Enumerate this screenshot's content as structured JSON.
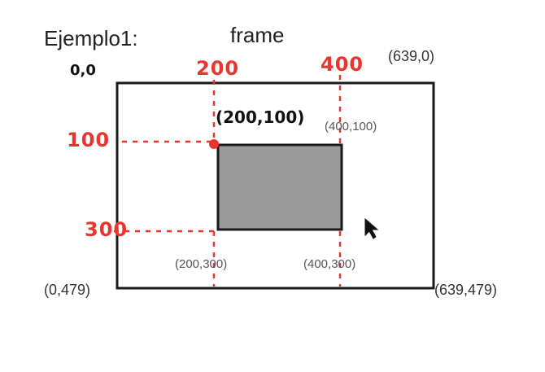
{
  "header": {
    "title": "Ejemplo1:",
    "subtitle": "frame"
  },
  "corners": {
    "top_left": "0,0",
    "top_right": "(639,0)",
    "bottom_left": "(0,479)",
    "bottom_right": "(639,479)"
  },
  "guides": {
    "x_200": "200",
    "x_400": "400",
    "y_100": "100",
    "y_300": "300"
  },
  "rect_corners": {
    "top_left": "(200,100)",
    "top_right": "(400,100)",
    "bottom_left": "(200,300)",
    "bottom_right": "(400,300)"
  },
  "colors": {
    "annotation_red": "#e8352f",
    "rect_fill": "#9a9a9a",
    "frame_stroke": "#1a1a1a"
  }
}
